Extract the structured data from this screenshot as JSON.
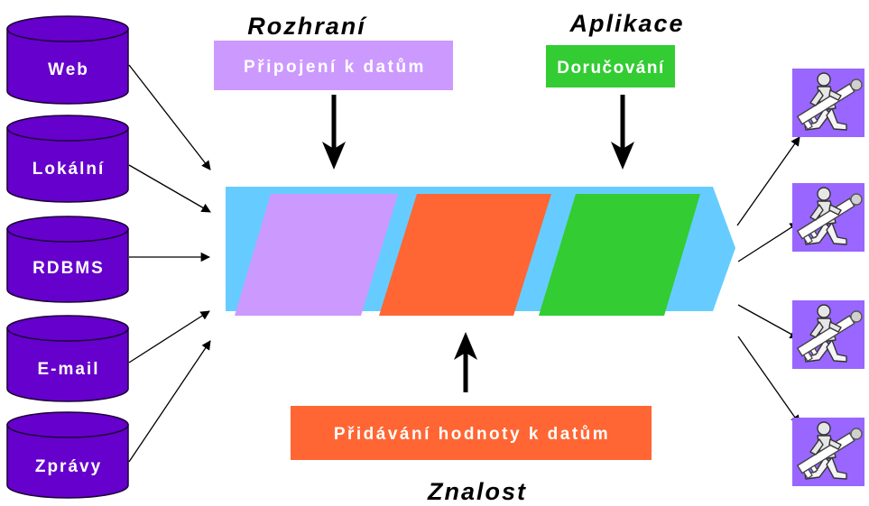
{
  "sources": [
    {
      "label": "Web"
    },
    {
      "label": "Lokální"
    },
    {
      "label": "RDBMS"
    },
    {
      "label": "E-mail"
    },
    {
      "label": "Zprávy"
    }
  ],
  "stage_titles": {
    "interface": "Rozhraní",
    "application": "Aplikace",
    "knowledge": "Znalost"
  },
  "boxes": {
    "connect": "Připojení k datům",
    "delivery": "Doručování",
    "value_add": "Přidávání hodnoty k datům"
  },
  "icons": {
    "source": "database-cylinder-icon",
    "user": "person-with-key-icon"
  },
  "colors": {
    "source_cylinder": "#6600CC",
    "pipeline_band": "#66CCFF",
    "interface": "#CC99FF",
    "value_add": "#FF6633",
    "application": "#33CC33",
    "user_box": "#9966FF"
  }
}
